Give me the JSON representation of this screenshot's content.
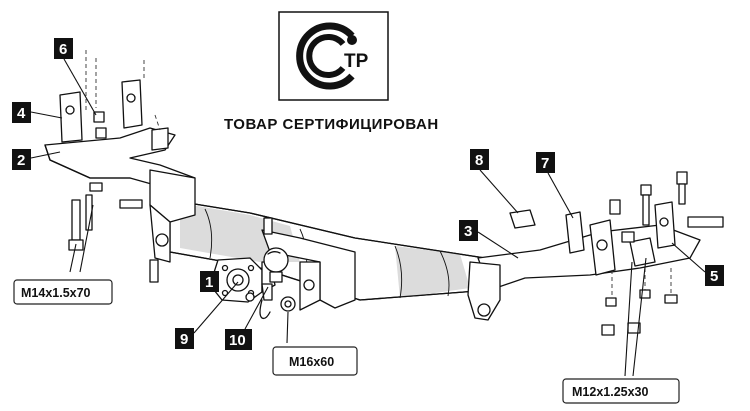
{
  "certification": {
    "logo_letters": "ТР",
    "caption": "ТОВАР СЕРТИФИЦИРОВАН"
  },
  "callouts": [
    "1",
    "2",
    "3",
    "4",
    "5",
    "6",
    "7",
    "8",
    "9",
    "10"
  ],
  "dimension_labels": {
    "left_bolt": "M14x1.5x70",
    "ball_bolt": "M16x60",
    "right_bolt": "M12x1.25x30"
  }
}
